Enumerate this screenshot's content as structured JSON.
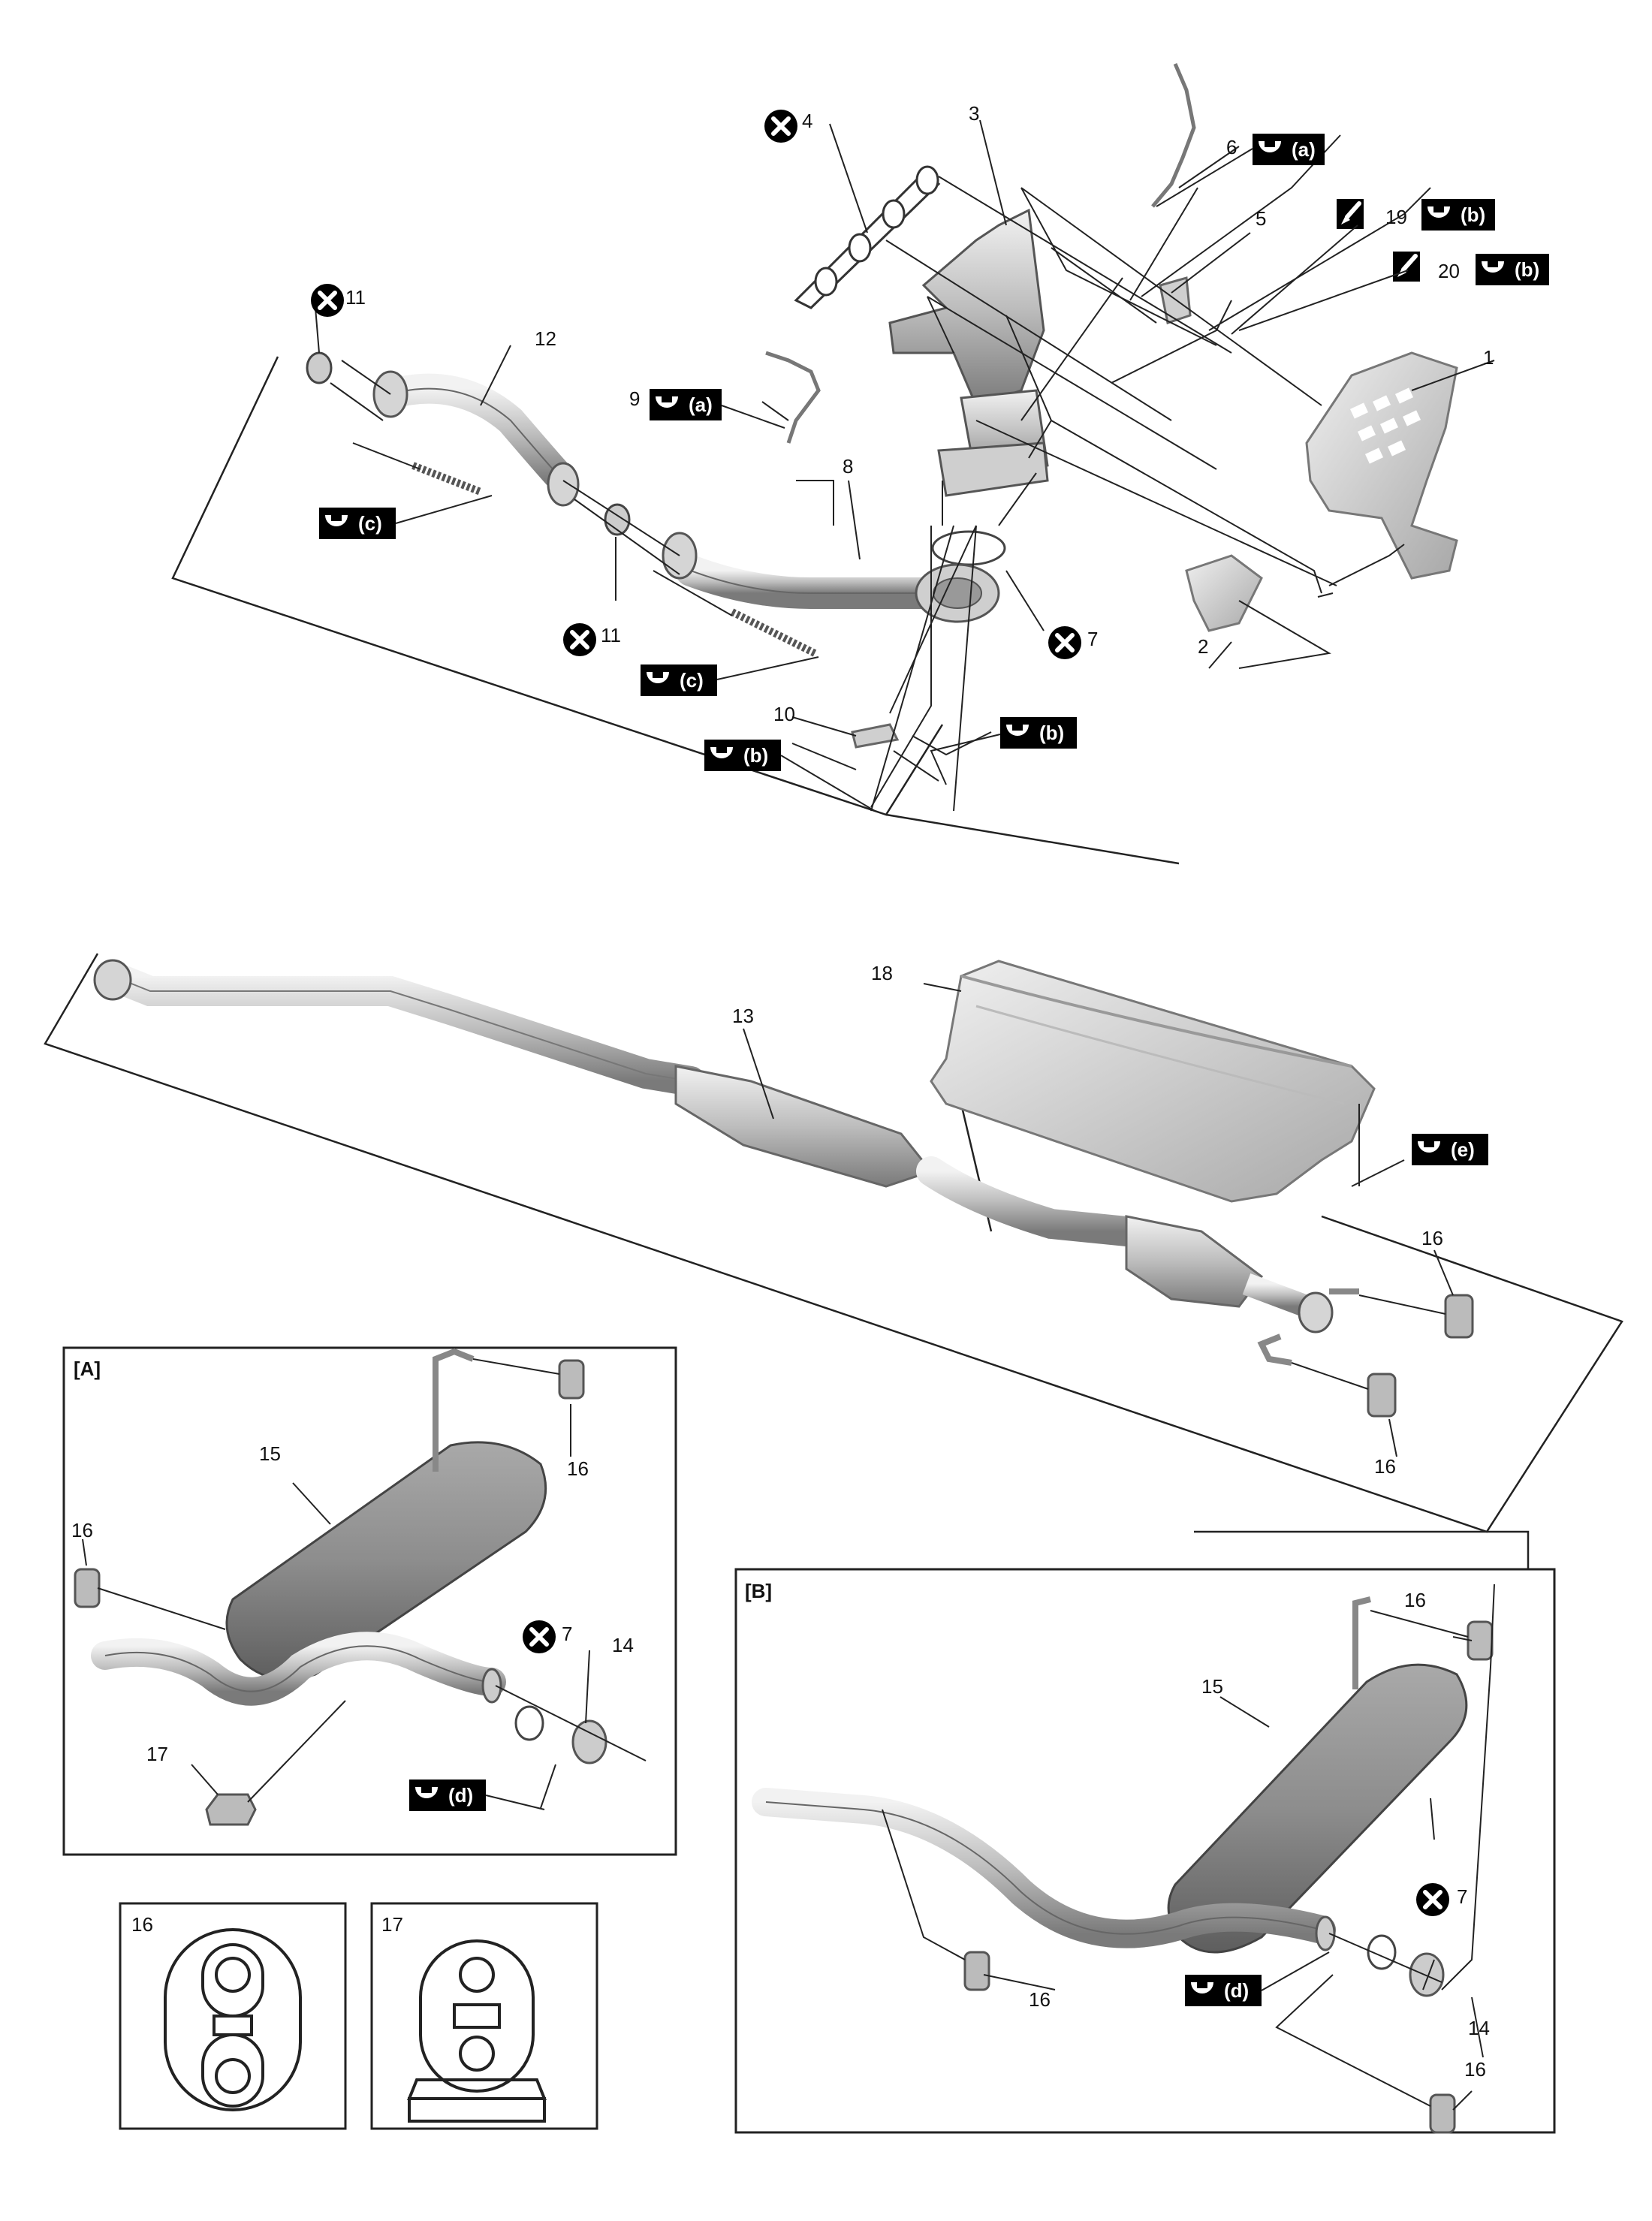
{
  "callouts": {
    "c1": "1",
    "c2": "2",
    "c3": "3",
    "c4": "4",
    "c5": "5",
    "c6": "6",
    "c7a": "7",
    "c7b": "7",
    "c7c": "7",
    "c8": "8",
    "c9": "9",
    "c10": "10",
    "c11a": "11",
    "c11b": "11",
    "c12": "12",
    "c13": "13",
    "c14a": "14",
    "c14b": "14",
    "c15a": "15",
    "c15b": "15",
    "c16a": "16",
    "c16b": "16",
    "c16c": "16",
    "c16d": "16",
    "c16e": "16",
    "c16f": "16",
    "c16g": "16",
    "c16h": "16",
    "c17a": "17",
    "c17b": "17",
    "c18": "18",
    "c19": "19",
    "c20": "20"
  },
  "torque_tags": {
    "t6": "(a)",
    "t9": "(a)",
    "t19": "(b)",
    "t20": "(b)",
    "t10l": "(b)",
    "t10r": "(b)",
    "t12c": "(c)",
    "t8c": "(c)",
    "t18e": "(e)",
    "tAd": "(d)",
    "tBd": "(d)"
  },
  "inset_labels": {
    "A": "[A]",
    "B": "[B]"
  },
  "icons": {
    "do_not_reuse": "circle-x-icon",
    "torque": "wrench-icon",
    "grease": "grease-brush-icon"
  },
  "colors": {
    "line": "#222222",
    "part_light": "#d8d8d8",
    "part_dark": "#8a8a8a",
    "tag_bg": "#000000"
  }
}
